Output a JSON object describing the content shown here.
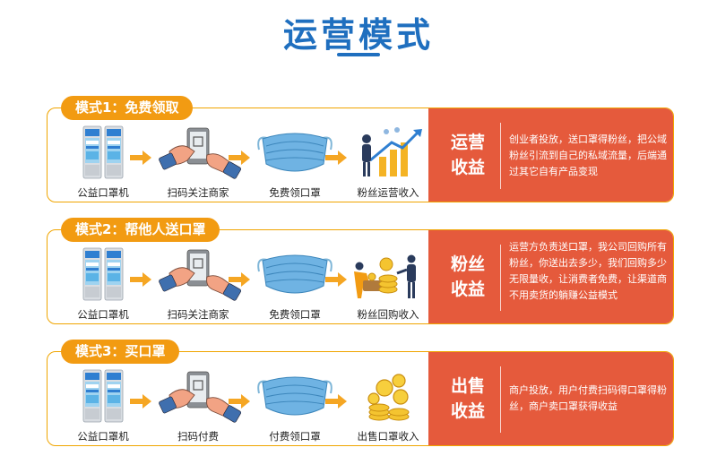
{
  "page": {
    "title": "运营模式"
  },
  "colors": {
    "title": "#1f6fbf",
    "tag": "#f29b12",
    "border": "#f0a500",
    "panel": "#e55a3c",
    "arrow": "#f5a623"
  },
  "modes": [
    {
      "tag": "模式1：免费领取",
      "steps": [
        {
          "caption": "公益口罩机",
          "icon": "mask-machine-icon"
        },
        {
          "caption": "扫码关注商家",
          "icon": "scan-phone-icon"
        },
        {
          "caption": "免费领口罩",
          "icon": "face-mask-icon"
        },
        {
          "caption": "粉丝运营收入",
          "icon": "business-growth-icon"
        }
      ],
      "panel": {
        "label_line1": "运营",
        "label_line2": "收益",
        "desc": "创业者投放，送口罩得粉丝，把公域粉丝引流到自己的私域流量，后端通过其它自有产品变现"
      }
    },
    {
      "tag": "模式2：帮他人送口罩",
      "steps": [
        {
          "caption": "公益口罩机",
          "icon": "mask-machine-icon"
        },
        {
          "caption": "扫码关注商家",
          "icon": "scan-phone-icon"
        },
        {
          "caption": "免费领口罩",
          "icon": "face-mask-icon"
        },
        {
          "caption": "粉丝回购收入",
          "icon": "coin-delivery-icon"
        }
      ],
      "panel": {
        "label_line1": "粉丝",
        "label_line2": "收益",
        "desc": "运营方负责送口罩，我公司回购所有粉丝，你送出去多少，我们回购多少无限量收，让消费者免费，让渠道商不用卖货的躺赚公益模式"
      }
    },
    {
      "tag": "模式3：买口罩",
      "steps": [
        {
          "caption": "公益口罩机",
          "icon": "mask-machine-icon"
        },
        {
          "caption": "扫码付费",
          "icon": "scan-phone-icon"
        },
        {
          "caption": "付费领口罩",
          "icon": "face-mask-icon"
        },
        {
          "caption": "出售口罩收入",
          "icon": "gold-coins-icon"
        }
      ],
      "panel": {
        "label_line1": "出售",
        "label_line2": "收益",
        "desc": "商户投放，用户付费扫码得口罩得粉丝，商户卖口罩获得收益"
      }
    }
  ]
}
